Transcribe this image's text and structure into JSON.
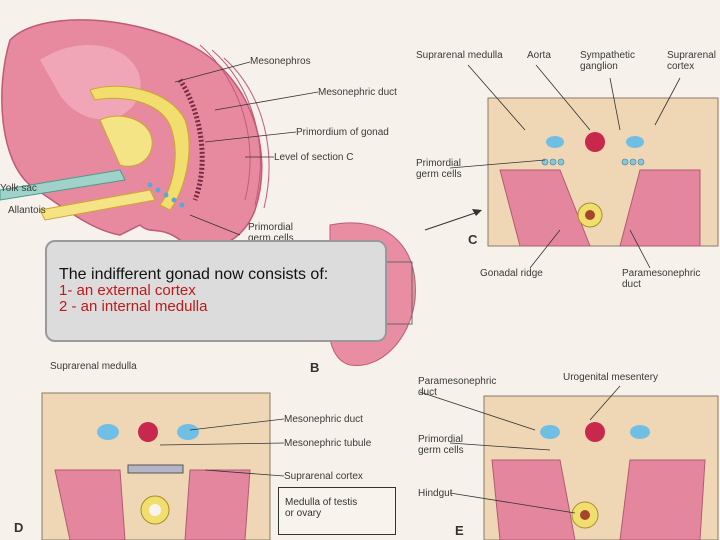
{
  "labels": {
    "mesonephros": "Mesonephros",
    "mesonephric_duct": "Mesonephric duct",
    "primordium_gonad": "Primordium of gonad",
    "level_section_c": "Level of section C",
    "yolk_sac": "Yolk sac",
    "allantois": "Allantois",
    "primordial_germ_cells_a1": "Primordial",
    "primordial_germ_cells_a2": "germ cells",
    "suprarenal_medulla_top": "Suprarenal medulla",
    "aorta": "Aorta",
    "sympathetic_ganglion_1": "Sympathetic",
    "sympathetic_ganglion_2": "ganglion",
    "suprarenal_cortex_top_1": "Suprarenal",
    "suprarenal_cortex_top_2": "cortex",
    "primordial_germ_cells_c1": "Primordial",
    "primordial_germ_cells_c2": "germ cells",
    "gonadal_ridge": "Gonadal ridge",
    "paramesonephric_duct_c1": "Paramesonephric",
    "paramesonephric_duct_c2": "duct",
    "suprarenal_medulla_d": "Suprarenal medulla",
    "mesonephric_duct_d": "Mesonephric duct",
    "mesonephric_tubule": "Mesonephric tubule",
    "suprarenal_cortex_d": "Suprarenal cortex",
    "medulla_note_1": "Medulla of testis",
    "medulla_note_2": "or ovary",
    "paramesonephric_duct_e1": "Paramesonephric",
    "paramesonephric_duct_e2": "duct",
    "urogenital_mesentery": "Urogenital mesentery",
    "primordial_germ_cells_e1": "Primordial",
    "primordial_germ_cells_e2": "germ cells",
    "hindgut": "Hindgut"
  },
  "panels": {
    "b": "B",
    "c": "C",
    "d": "D",
    "e": "E"
  },
  "callout": {
    "heading": "The indifferent gonad now consists of:",
    "item1": "1-  an external cortex",
    "item2": "2 - an internal medulla"
  }
}
